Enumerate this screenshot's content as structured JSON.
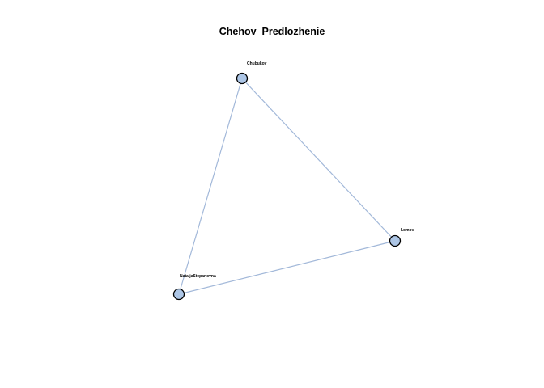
{
  "title": "Chehov_Predlozhenie",
  "colors": {
    "edge": "#a2b8d9",
    "node_fill": "#adc6e6",
    "node_stroke": "#000000"
  },
  "nodes": [
    {
      "id": "chubukov",
      "label": "Chubukov"
    },
    {
      "id": "lomov",
      "label": "Lomov"
    },
    {
      "id": "natalja",
      "label": "NataljaStepanovna"
    }
  ],
  "edges": [
    {
      "from": "chubukov",
      "to": "lomov"
    },
    {
      "from": "chubukov",
      "to": "natalja"
    },
    {
      "from": "natalja",
      "to": "lomov"
    }
  ]
}
